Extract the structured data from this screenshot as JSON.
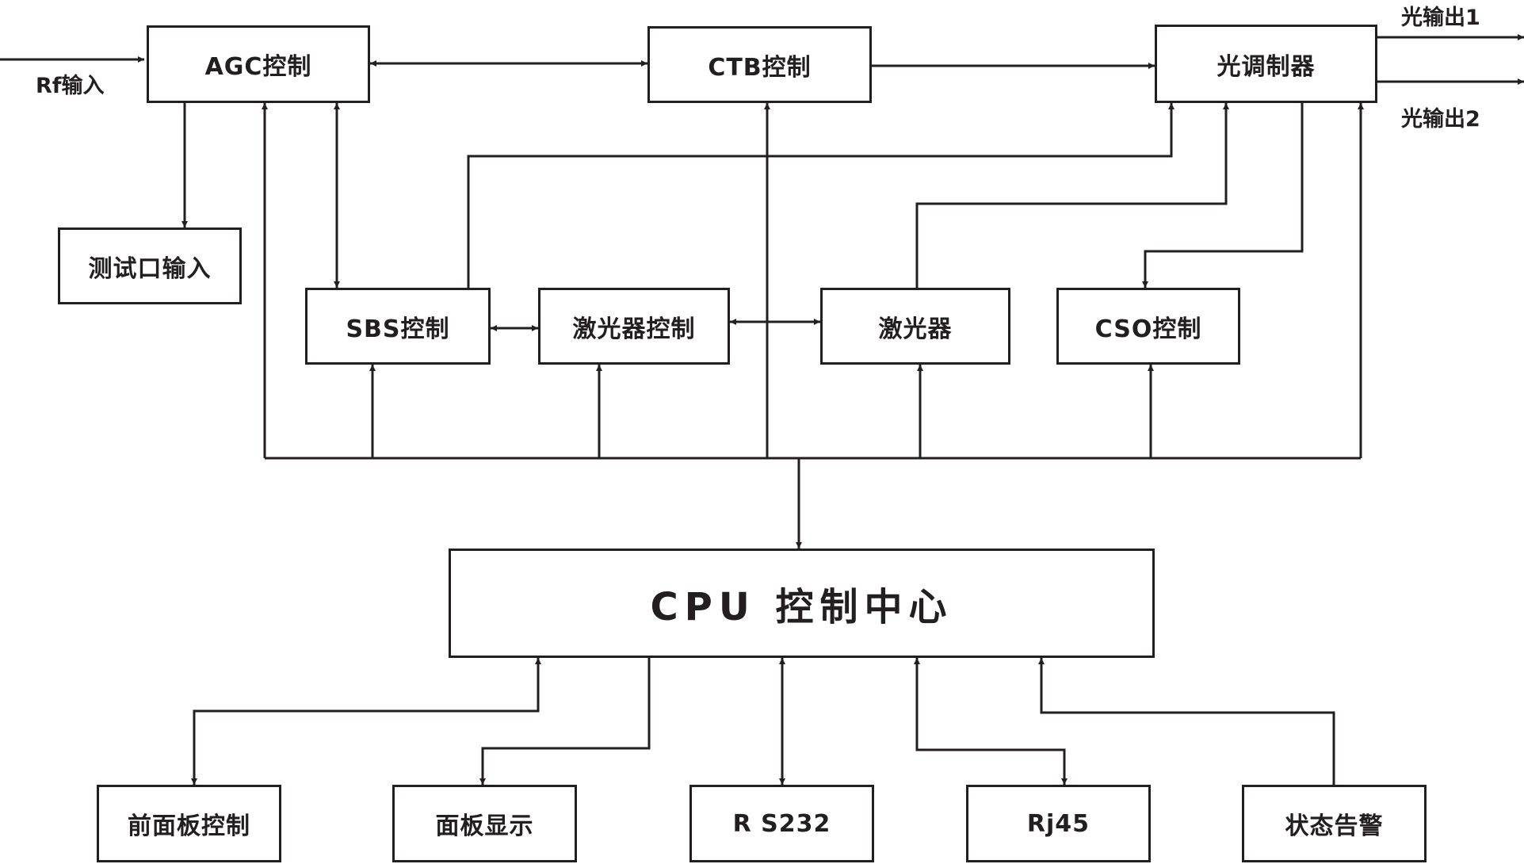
{
  "diagram": {
    "colors": {
      "stroke": "#231f20",
      "background": "#ffffff"
    },
    "nodes": {
      "agc": "AGC控制",
      "ctb": "CTB控制",
      "modulator": "光调制器",
      "test_port": "测试口输入",
      "sbs": "SBS控制",
      "laser_ctrl": "激光器控制",
      "laser": "激光器",
      "cso": "CSO控制",
      "cpu": "CPU 控制中心",
      "front_panel": "前面板控制",
      "panel_display": "面板显示",
      "rs232": "R S232",
      "rj45": "Rj45",
      "status_alarm": "状态告警"
    },
    "external": {
      "rf_input": "Rf输入",
      "optical_out_1": "光输出1",
      "optical_out_2": "光输出2"
    },
    "edges": [
      {
        "from": "rf_input",
        "to": "agc",
        "direction": "forward"
      },
      {
        "from": "agc",
        "to": "ctb",
        "direction": "both"
      },
      {
        "from": "ctb",
        "to": "modulator",
        "direction": "forward"
      },
      {
        "from": "modulator",
        "to": "optical_out_1",
        "direction": "forward"
      },
      {
        "from": "modulator",
        "to": "optical_out_2",
        "direction": "forward"
      },
      {
        "from": "agc",
        "to": "test_port",
        "direction": "forward"
      },
      {
        "from": "agc",
        "to": "sbs",
        "direction": "both"
      },
      {
        "from": "sbs",
        "to": "laser_ctrl",
        "direction": "both"
      },
      {
        "from": "laser_ctrl",
        "to": "laser",
        "direction": "both"
      },
      {
        "from": "sbs",
        "to": "modulator",
        "direction": "forward"
      },
      {
        "from": "laser",
        "to": "modulator",
        "direction": "forward"
      },
      {
        "from": "modulator",
        "to": "cso",
        "direction": "both"
      },
      {
        "from": "cpu",
        "to": "agc",
        "direction": "both"
      },
      {
        "from": "cpu",
        "to": "ctb",
        "direction": "forward"
      },
      {
        "from": "cpu",
        "to": "sbs",
        "direction": "forward"
      },
      {
        "from": "cpu",
        "to": "laser_ctrl",
        "direction": "forward"
      },
      {
        "from": "cpu",
        "to": "laser",
        "direction": "forward"
      },
      {
        "from": "cpu",
        "to": "cso",
        "direction": "forward"
      },
      {
        "from": "cpu",
        "to": "modulator",
        "direction": "forward"
      },
      {
        "from": "front_panel",
        "to": "cpu",
        "direction": "both"
      },
      {
        "from": "cpu",
        "to": "panel_display",
        "direction": "forward"
      },
      {
        "from": "rs232",
        "to": "cpu",
        "direction": "both"
      },
      {
        "from": "rj45",
        "to": "cpu",
        "direction": "both"
      },
      {
        "from": "status_alarm",
        "to": "cpu",
        "direction": "forward"
      }
    ]
  }
}
